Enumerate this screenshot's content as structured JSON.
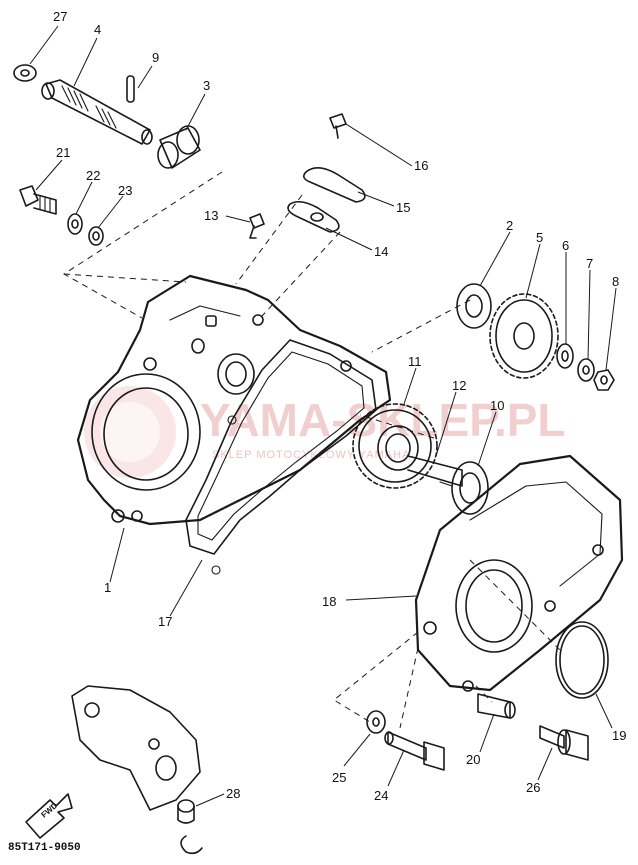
{
  "diagram": {
    "reference_code": "85T171-9050",
    "watermark_main": "YAMA-SKLEP.PL",
    "watermark_sub": "SKLEP MOTOCYKLOWY YAMAHA",
    "direction_arrow_label": "FWD",
    "callouts": [
      {
        "id": "c27",
        "label": "27"
      },
      {
        "id": "c4",
        "label": "4"
      },
      {
        "id": "c9",
        "label": "9"
      },
      {
        "id": "c3",
        "label": "3"
      },
      {
        "id": "c21",
        "label": "21"
      },
      {
        "id": "c22",
        "label": "22"
      },
      {
        "id": "c23",
        "label": "23"
      },
      {
        "id": "c16",
        "label": "16"
      },
      {
        "id": "c15",
        "label": "15"
      },
      {
        "id": "c13",
        "label": "13"
      },
      {
        "id": "c14",
        "label": "14"
      },
      {
        "id": "c2",
        "label": "2"
      },
      {
        "id": "c5",
        "label": "5"
      },
      {
        "id": "c6",
        "label": "6"
      },
      {
        "id": "c7",
        "label": "7"
      },
      {
        "id": "c8",
        "label": "8"
      },
      {
        "id": "c11",
        "label": "11"
      },
      {
        "id": "c12",
        "label": "12"
      },
      {
        "id": "c10",
        "label": "10"
      },
      {
        "id": "c1",
        "label": "1"
      },
      {
        "id": "c17",
        "label": "17"
      },
      {
        "id": "c18",
        "label": "18"
      },
      {
        "id": "c19",
        "label": "19"
      },
      {
        "id": "c20",
        "label": "20"
      },
      {
        "id": "c25",
        "label": "25"
      },
      {
        "id": "c24",
        "label": "24"
      },
      {
        "id": "c26",
        "label": "26"
      },
      {
        "id": "c28",
        "label": "28"
      }
    ]
  }
}
